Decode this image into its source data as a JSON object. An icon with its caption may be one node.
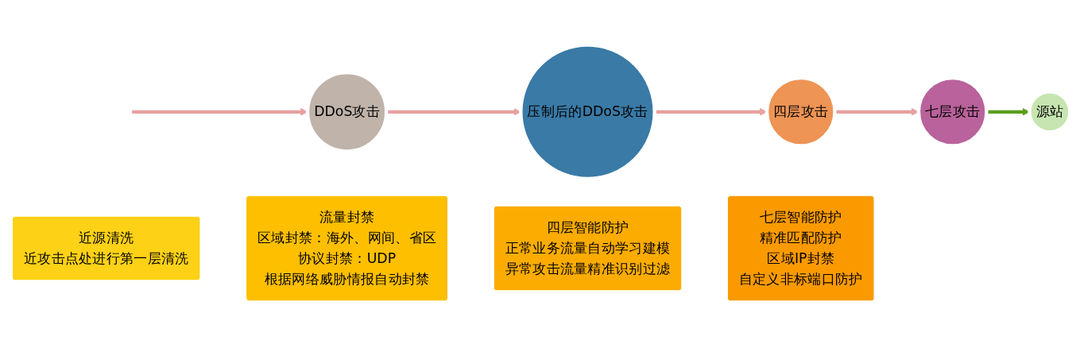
{
  "diagram": {
    "nodes": [
      {
        "text": [
          "DDoS攻击"
        ]
      },
      {
        "text": [
          "近源清洗",
          "近攻击点处进行第一层清洗"
        ]
      },
      {
        "text": [
          "压制后的DDoS攻击"
        ]
      },
      {
        "text": [
          "流量封禁",
          "区域封禁：海外、网间、省区",
          "协议封禁：UDP",
          "根据网络威胁情报自动封禁"
        ]
      },
      {
        "text": [
          "四层攻击"
        ]
      },
      {
        "text": [
          "四层智能防护",
          "正常业务流量自动学习建模",
          "异常攻击流量精准识别过滤"
        ]
      },
      {
        "text": [
          "七层攻击"
        ]
      },
      {
        "text": [
          "七层智能防护",
          "精准匹配防护",
          "区域IP封禁",
          "自定义非标端口防护"
        ]
      },
      {
        "text": [
          "源站"
        ]
      }
    ],
    "edges": [
      {
        "from": null,
        "to": 0,
        "arrow": "to"
      },
      {
        "from": 0,
        "to": 2,
        "arrow": "to"
      },
      {
        "from": 2,
        "to": 4,
        "arrow": "to"
      },
      {
        "from": 4,
        "to": 6,
        "arrow": "to"
      },
      {
        "from": 6,
        "to": 8,
        "arrow": "to",
        "color": "#5a9e1c"
      }
    ]
  }
}
